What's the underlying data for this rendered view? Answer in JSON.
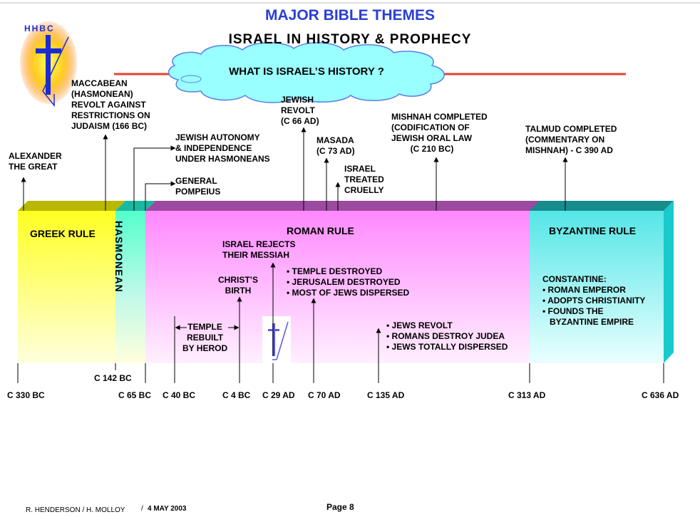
{
  "header": {
    "title": "MAJOR BIBLE THEMES",
    "subtitle": "ISRAEL IN HISTORY & PROPHECY",
    "cloud_text": "WHAT IS ISRAEL’S HISTORY ?"
  },
  "logo": {
    "text": "HHBC"
  },
  "periods": {
    "greek": "GREEK RULE",
    "hasmonean": "HASMONEAN",
    "roman": "ROMAN RULE",
    "byzantine": "BYZANTINE RULE"
  },
  "above": {
    "alexander": "ALEXANDER\nTHE GREAT",
    "maccabean": "MACCABEAN\n(HASMONEAN)\nREVOLT AGAINST\nRESTRICTIONS ON\nJUDAISM (166 BC)",
    "autonomy": "JEWISH AUTONOMY\n& INDEPENDENCE\nUNDER HASMONEANS",
    "pompeius": "GENERAL\nPOMPEIUS",
    "revolt": "JEWISH\nREVOLT\n(C 66 AD)",
    "masada": "MASADA\n(C 73 AD)",
    "cruelly": "ISRAEL\nTREATED\nCRUELLY",
    "mishnah": "MISHNAH COMPLETED\n(CODIFICATION OF\nJEWISH ORAL LAW\n        (C 210 BC)",
    "talmud": "TALMUD COMPLETED\n(COMMENTARY ON\nMISHNAH) - C 390 AD"
  },
  "inside": {
    "rejects": "ISRAEL REJECTS\nTHEIR MESSIAH",
    "christ_birth": "CHRIST’S\nBIRTH",
    "temple_destroyed": "• TEMPLE DESTROYED\n• JERUSALEM DESTROYED\n• MOST OF JEWS DISPERSED",
    "temple_rebuilt": "TEMPLE\nREBUILT\nBY HEROD",
    "jews_revolt": "• JEWS REVOLT\n• ROMANS DESTROY JUDEA\n• JEWS TOTALLY DISPERSED",
    "constantine": "CONSTANTINE:\n• ROMAN EMPEROR\n• ADOPTS CHRISTIANITY\n• FOUNDS THE\n   BYZANTINE EMPIRE"
  },
  "dates": {
    "c330bc": "C 330 BC",
    "c142bc": "C 142 BC",
    "c65bc": "C 65 BC",
    "c40bc": "C 40 BC",
    "c4bc": "C 4 BC",
    "c29ad": "C 29 AD",
    "c70ad": "C 70 AD",
    "c135ad": "C 135 AD",
    "c313ad": "C 313 AD",
    "c636ad": "C 636 AD"
  },
  "footer": {
    "authors": "R. HENDERSON / H. MOLLOY",
    "date": "4 MAY 2003",
    "page": "Page 8"
  },
  "colors": {
    "title": "#2a3fd4",
    "greek": "#ffff33",
    "hasmonean": "#66ffcc",
    "roman": "#ff99ff",
    "byzantine": "#33cccc",
    "cloud": "#99ffff",
    "line": "#e8412c"
  }
}
